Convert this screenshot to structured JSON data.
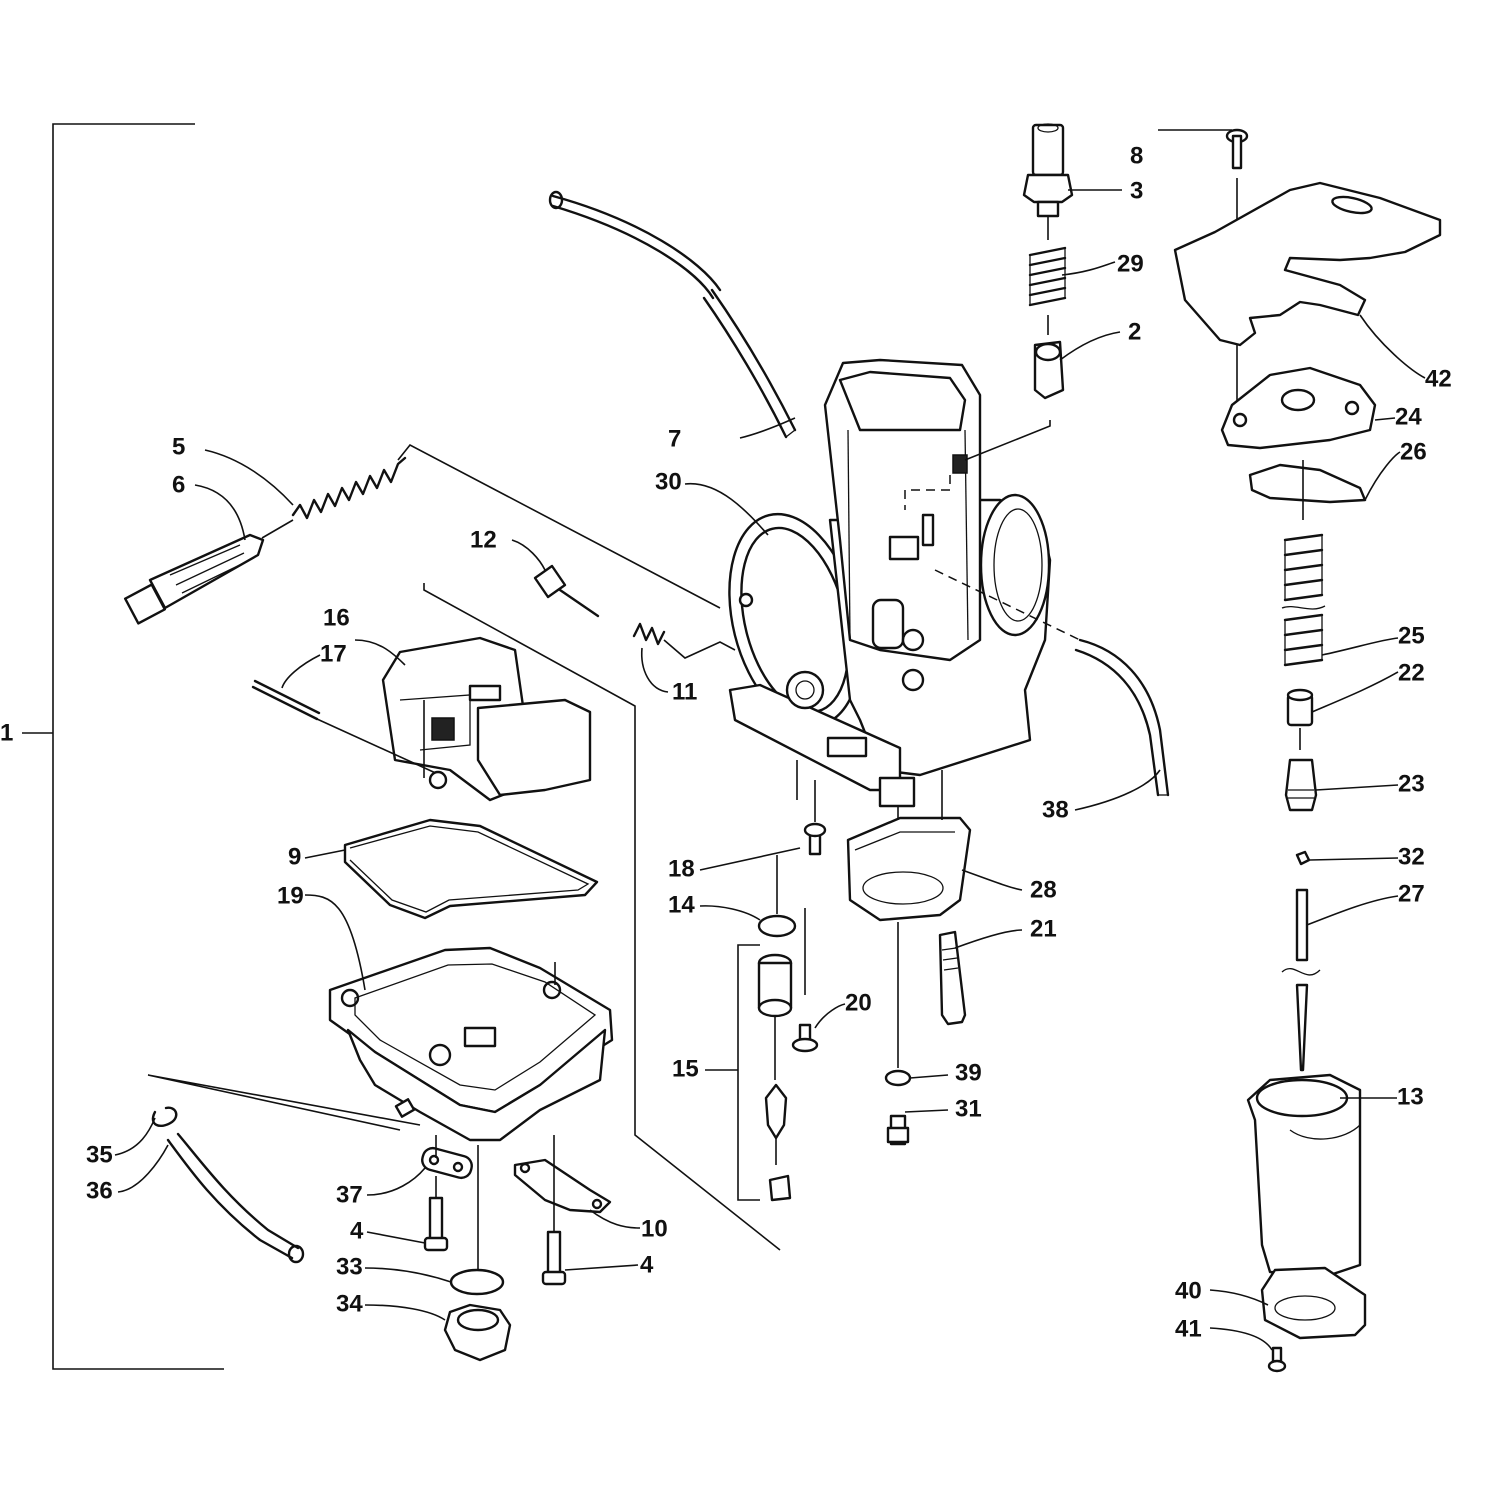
{
  "callouts": [
    {
      "id": "1",
      "label": "1"
    },
    {
      "id": "2",
      "label": "2"
    },
    {
      "id": "3",
      "label": "3"
    },
    {
      "id": "4a",
      "label": "4"
    },
    {
      "id": "4b",
      "label": "4"
    },
    {
      "id": "5",
      "label": "5"
    },
    {
      "id": "6",
      "label": "6"
    },
    {
      "id": "7",
      "label": "7"
    },
    {
      "id": "8",
      "label": "8"
    },
    {
      "id": "9",
      "label": "9"
    },
    {
      "id": "10",
      "label": "10"
    },
    {
      "id": "11",
      "label": "11"
    },
    {
      "id": "12",
      "label": "12"
    },
    {
      "id": "13",
      "label": "13"
    },
    {
      "id": "14",
      "label": "14"
    },
    {
      "id": "15",
      "label": "15"
    },
    {
      "id": "16",
      "label": "16"
    },
    {
      "id": "17",
      "label": "17"
    },
    {
      "id": "18",
      "label": "18"
    },
    {
      "id": "19",
      "label": "19"
    },
    {
      "id": "20",
      "label": "20"
    },
    {
      "id": "21",
      "label": "21"
    },
    {
      "id": "22",
      "label": "22"
    },
    {
      "id": "23",
      "label": "23"
    },
    {
      "id": "24",
      "label": "24"
    },
    {
      "id": "25",
      "label": "25"
    },
    {
      "id": "26",
      "label": "26"
    },
    {
      "id": "27",
      "label": "27"
    },
    {
      "id": "28",
      "label": "28"
    },
    {
      "id": "29",
      "label": "29"
    },
    {
      "id": "30",
      "label": "30"
    },
    {
      "id": "31",
      "label": "31"
    },
    {
      "id": "32",
      "label": "32"
    },
    {
      "id": "33",
      "label": "33"
    },
    {
      "id": "34",
      "label": "34"
    },
    {
      "id": "35",
      "label": "35"
    },
    {
      "id": "36",
      "label": "36"
    },
    {
      "id": "37",
      "label": "37"
    },
    {
      "id": "38",
      "label": "38"
    },
    {
      "id": "39",
      "label": "39"
    },
    {
      "id": "40",
      "label": "40"
    },
    {
      "id": "41",
      "label": "41"
    },
    {
      "id": "42",
      "label": "42"
    }
  ]
}
